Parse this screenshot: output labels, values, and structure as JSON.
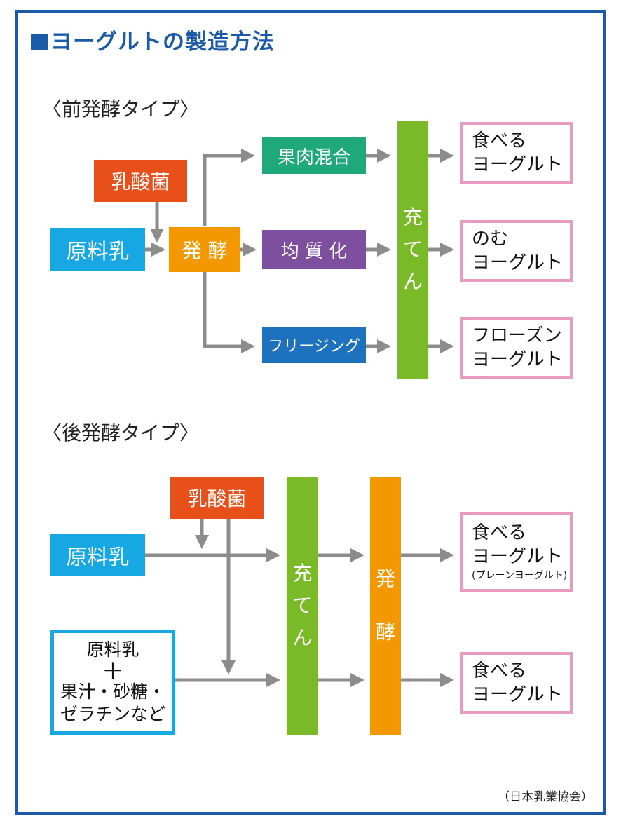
{
  "title": "ヨーグルトの製造方法",
  "pre": {
    "heading": "〈前発酵タイプ〉",
    "lactic": "乳酸菌",
    "raw_milk": "原料乳",
    "ferment": "発 酵",
    "fruit_mix": "果肉混合",
    "homogenize": "均 質 化",
    "freezing": "フリージング",
    "fill": [
      "充",
      "て",
      "ん"
    ],
    "out_eat": [
      "食べる",
      "ヨーグルト"
    ],
    "out_drink": [
      "のむ",
      "ヨーグルト"
    ],
    "out_frozen": [
      "フローズン",
      "ヨーグルト"
    ]
  },
  "post": {
    "heading": "〈後発酵タイプ〉",
    "lactic": "乳酸菌",
    "raw_milk": "原料乳",
    "mix_line1": "原料乳",
    "mix_plus": "＋",
    "mix_line2": "果汁・砂糖・",
    "mix_line3": "ゼラチンなど",
    "fill": [
      "充",
      "て",
      "ん"
    ],
    "ferment": [
      "発",
      "",
      "酵"
    ],
    "out_plain": [
      "食べる",
      "ヨーグルト",
      "(プレーンヨーグルト)"
    ],
    "out_eat": [
      "食べる",
      "ヨーグルト"
    ]
  },
  "credit": "（日本乳業協会）",
  "colors": {
    "frame": "#1a5aa8",
    "raw_milk": "#17a8e3",
    "lactic": "#e8501a",
    "ferment": "#f39800",
    "fill": "#7ab928",
    "fruit_mix": "#1fa87a",
    "homogenize": "#7d4f9e",
    "freezing": "#1e72bd",
    "product_border": "#e89ac0",
    "arrow": "#8c8c8c"
  }
}
